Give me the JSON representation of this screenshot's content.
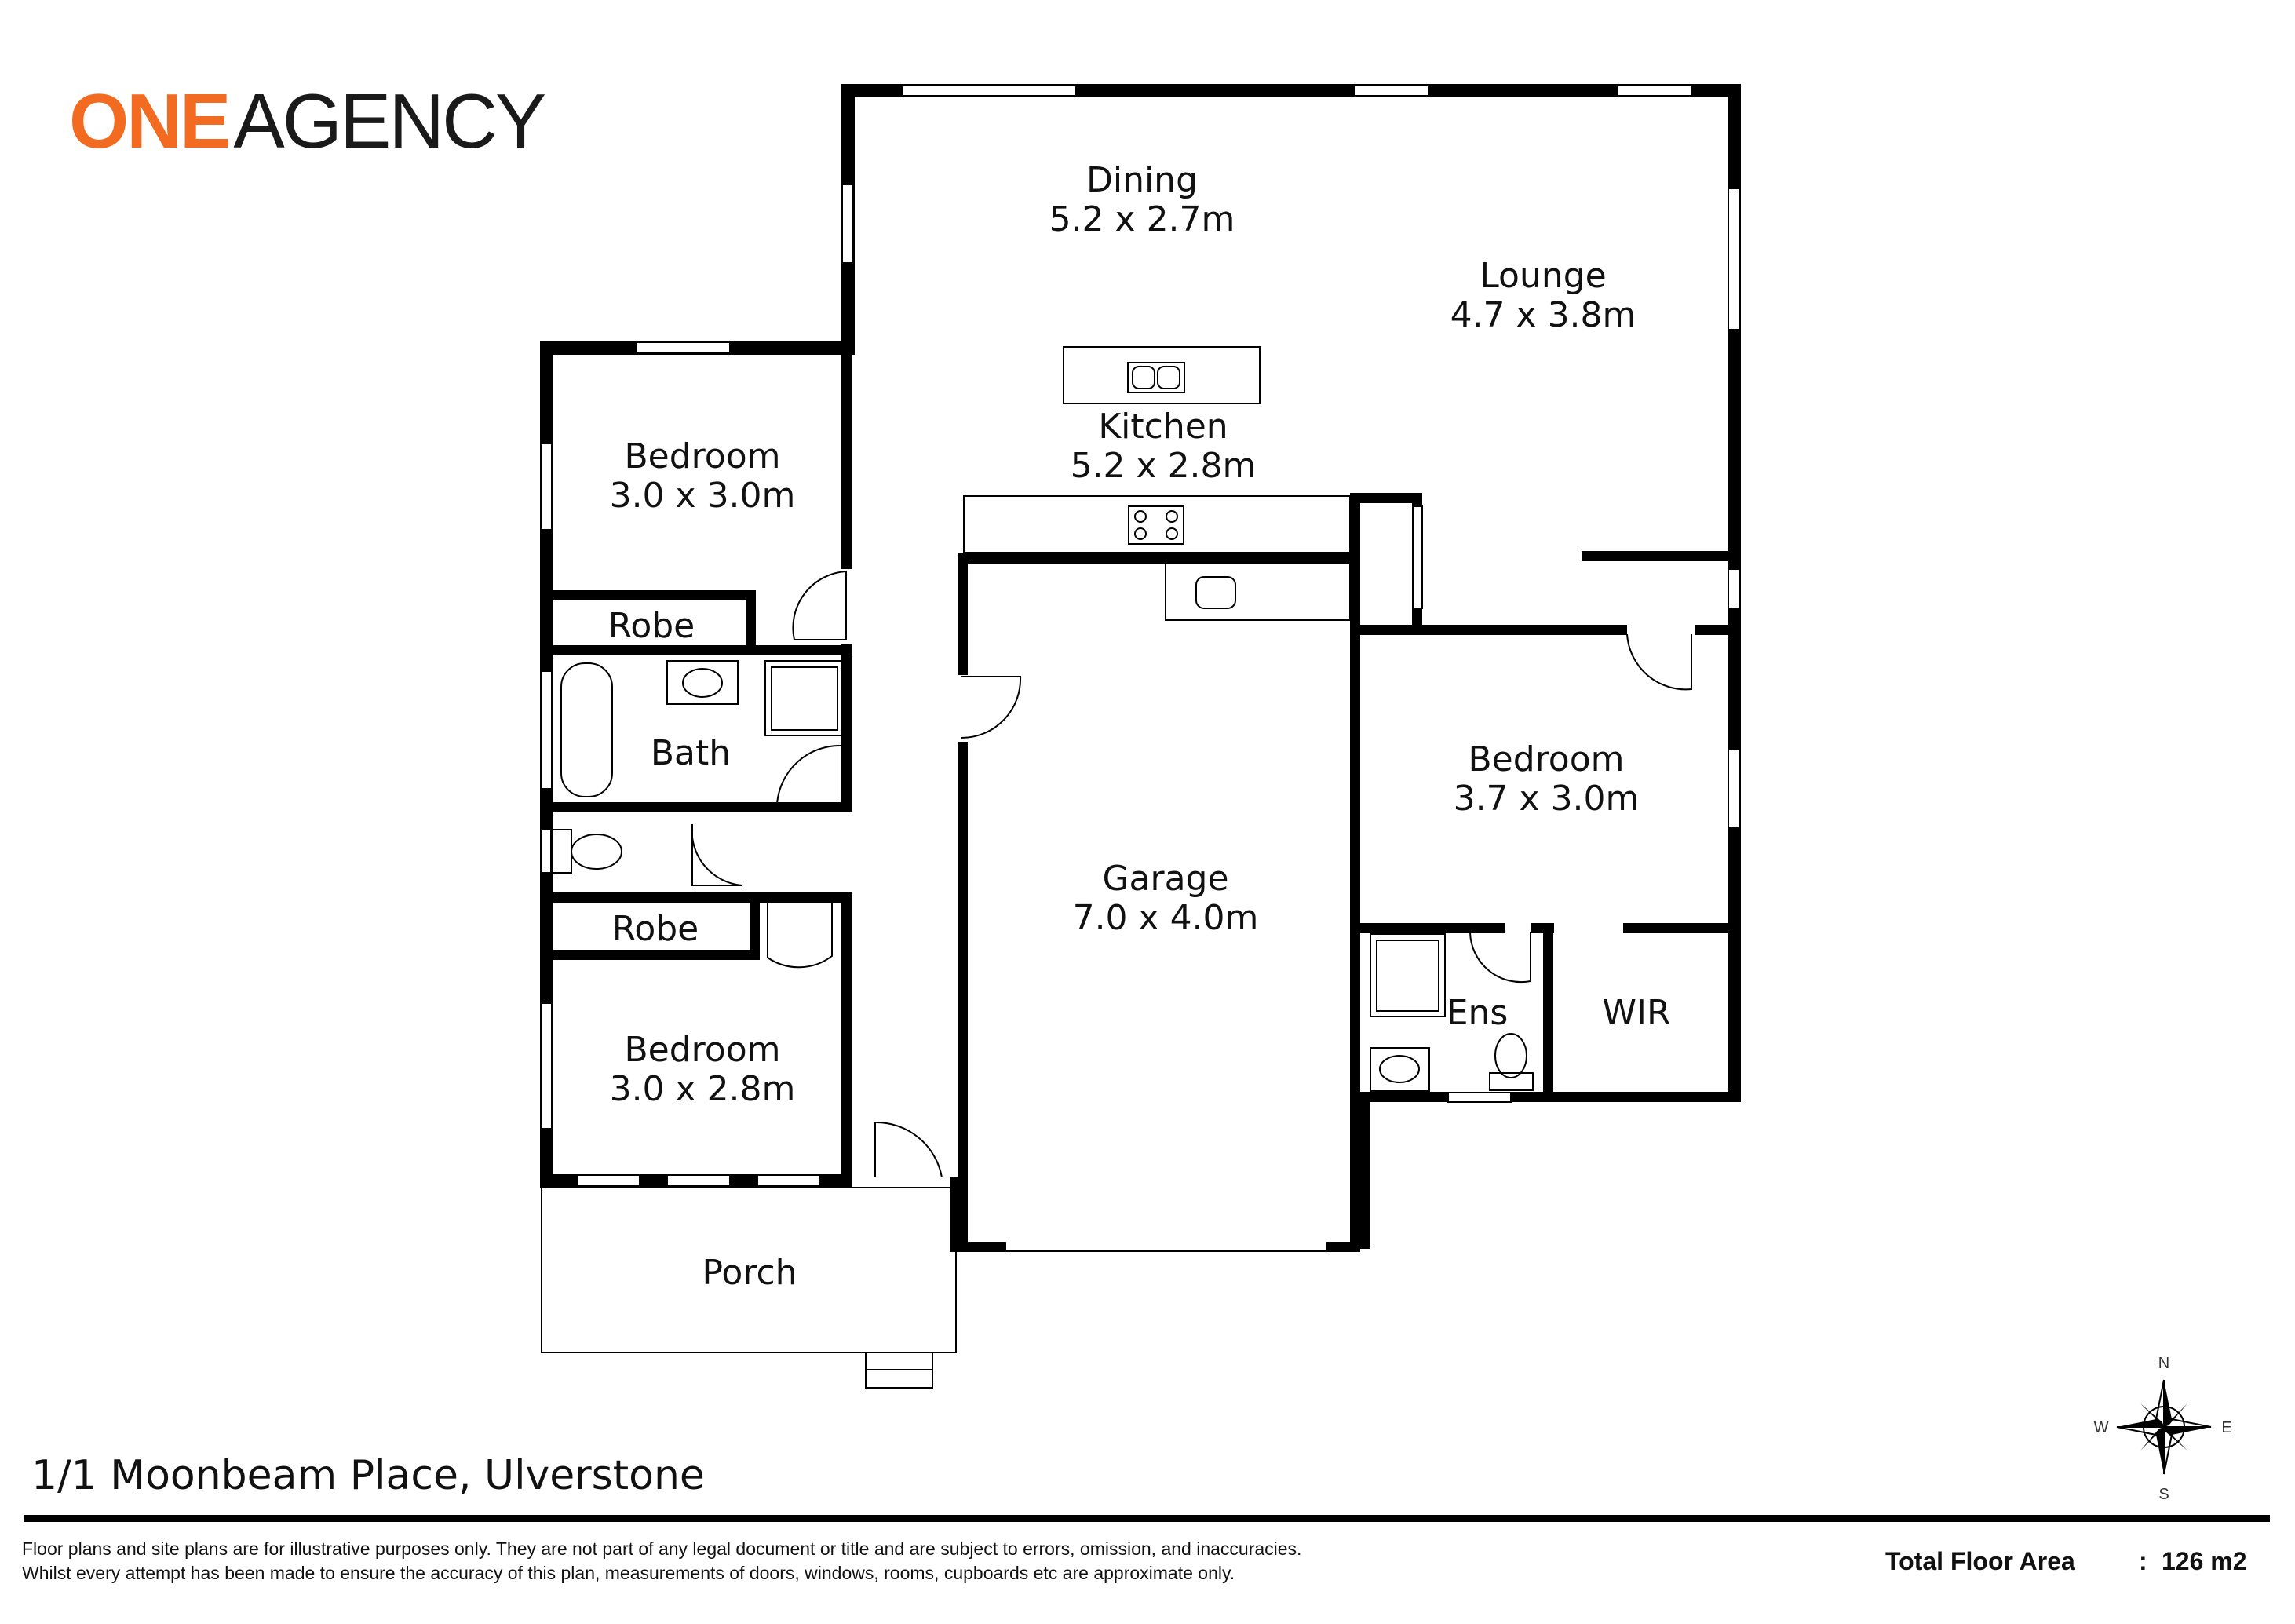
{
  "logo": {
    "part1": "ONE",
    "part2": "AGENCY",
    "accent_color": "#f26b21",
    "text_color": "#1a1a1a"
  },
  "rooms": [
    {
      "id": "dining",
      "name": "Dining",
      "size": "5.2 x 2.7m"
    },
    {
      "id": "lounge",
      "name": "Lounge",
      "size": "4.7 x 3.8m"
    },
    {
      "id": "kitchen",
      "name": "Kitchen",
      "size": "5.2 x 2.8m"
    },
    {
      "id": "bedroom1",
      "name": "Bedroom",
      "size": "3.0 x 3.0m"
    },
    {
      "id": "robe1",
      "name": "Robe",
      "size": ""
    },
    {
      "id": "bath",
      "name": "Bath",
      "size": ""
    },
    {
      "id": "robe2",
      "name": "Robe",
      "size": ""
    },
    {
      "id": "bedroom2",
      "name": "Bedroom",
      "size": "3.0 x 2.8m"
    },
    {
      "id": "garage",
      "name": "Garage",
      "size": "7.0 x 4.0m"
    },
    {
      "id": "bedroom3",
      "name": "Bedroom",
      "size": "3.7 x 3.0m"
    },
    {
      "id": "ens",
      "name": "Ens",
      "size": ""
    },
    {
      "id": "wir",
      "name": "WIR",
      "size": ""
    },
    {
      "id": "porch",
      "name": "Porch",
      "size": ""
    }
  ],
  "address": "1/1 Moonbeam Place, Ulverstone",
  "disclaimer": {
    "line1": "Floor plans and site plans are for illustrative purposes only. They are not part of any legal document or title and are subject to errors, omission, and inaccuracies.",
    "line2": "Whilst every attempt has been made to ensure the accuracy of this plan, measurements of doors, windows, rooms, cupboards etc are approximate only."
  },
  "total_floor_area": {
    "label": "Total Floor Area",
    "separator": ":",
    "value": "126 m2"
  },
  "compass": {
    "n": "N",
    "s": "S",
    "e": "E",
    "w": "W"
  },
  "colors": {
    "wall": "#000000",
    "accent": "#f26b21"
  }
}
